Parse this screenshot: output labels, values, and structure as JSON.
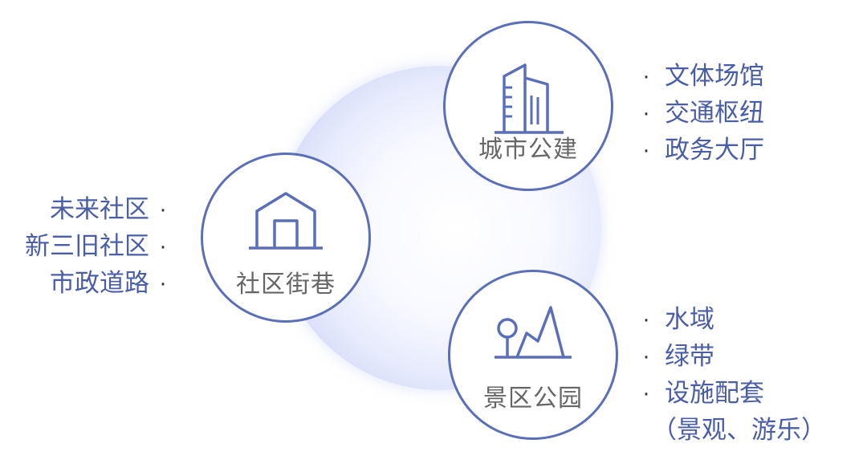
{
  "nodes": {
    "city": {
      "title": "城市公建",
      "icon": "buildings-icon",
      "items": [
        "文体场馆",
        "交通枢纽",
        "政务大厅"
      ]
    },
    "community": {
      "title": "社区街巷",
      "icon": "house-icon",
      "items": [
        "未来社区",
        "新三旧社区",
        "市政道路"
      ]
    },
    "park": {
      "title": "景区公园",
      "icon": "tree-mountain-icon",
      "items": [
        "水域",
        "绿带",
        "设施配套"
      ],
      "note": "（景观、游乐）"
    }
  },
  "bullet": "·",
  "colors": {
    "accent": "#5a6fb8",
    "label_text": "#4a5ea8",
    "title_text": "#666666",
    "glow": "#c6cef3"
  }
}
